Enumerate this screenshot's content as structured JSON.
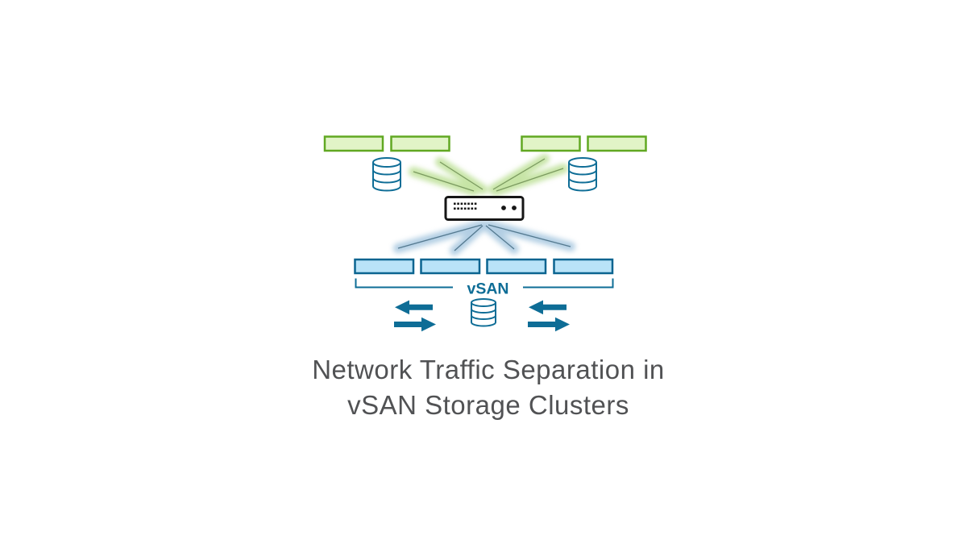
{
  "page": {
    "background": "#ffffff"
  },
  "title": {
    "line1": "Network Traffic Separation in",
    "line2": "vSAN Storage Clusters",
    "color": "#515254"
  },
  "diagram": {
    "vsan_label": "vSAN",
    "top_group": {
      "host_count": 4,
      "database_icon_count": 2,
      "traffic_line_count": 4
    },
    "bottom_group": {
      "host_count": 4,
      "database_icon_count": 1,
      "traffic_line_count": 4,
      "arrow_pair_count": 2
    },
    "colors": {
      "host_green_fill": "#e1f4c7",
      "host_green_border": "#61a822",
      "host_blue_fill": "#b9e3f8",
      "host_blue_border": "#0a6490",
      "accent_blue": "#0e6d96",
      "green_glow": "#8fca4e",
      "green_line": "#7b9a60",
      "blue_glow": "#74a7cd",
      "blue_line": "#54798f",
      "switch_border": "#161616",
      "title_text": "#515254"
    }
  }
}
